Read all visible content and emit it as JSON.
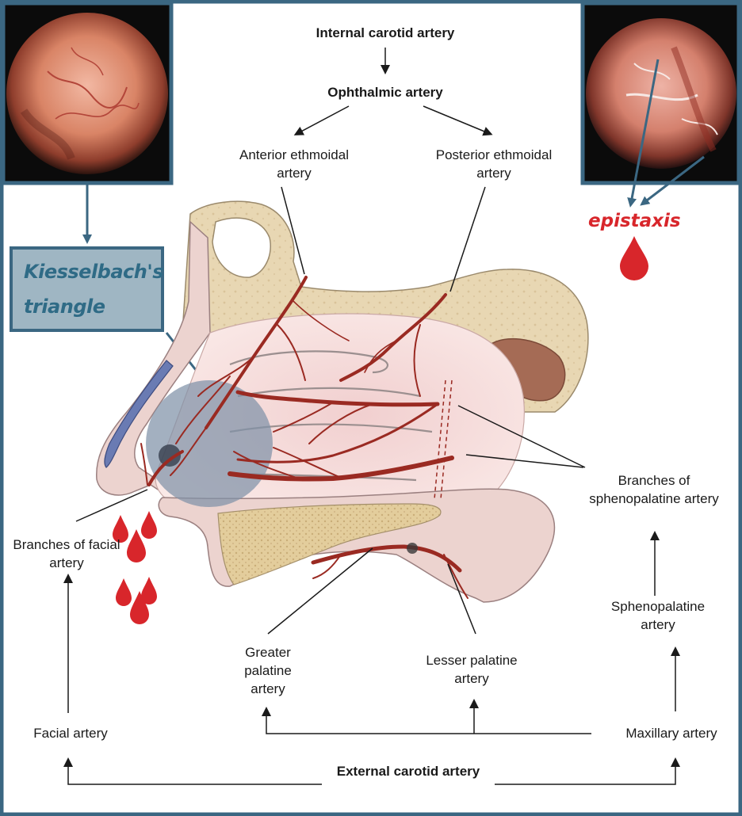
{
  "colors": {
    "frame": "#3b6782",
    "bone": "#e8d7b3",
    "soft_tissue": "#ecd3cf",
    "artery": "#9a2a22",
    "blood": "#d8262b",
    "kiesselbach_overlay": "#7f92a8"
  },
  "labels": {
    "internal_carotid": "Internal carotid artery",
    "ophthalmic": "Ophthalmic artery",
    "anterior_ethmoidal": "Anterior ethmoidal artery",
    "posterior_ethmoidal": "Posterior ethmoidal artery",
    "kiesselbach_line1": "Kiesselbach's",
    "kiesselbach_line2": "triangle",
    "epistaxis": "epistaxis",
    "branches_sphenopalatine": "Branches of sphenopalatine artery",
    "sphenopalatine": "Sphenopalatine artery",
    "maxillary": "Maxillary artery",
    "branches_facial": "Branches of facial artery",
    "facial": "Facial artery",
    "greater_palatine": "Greater palatine artery",
    "lesser_palatine": "Lesser palatine artery",
    "external_carotid": "External carotid artery"
  },
  "endoscopy_images": [
    {
      "name": "anterior-septum-endoscopy",
      "tone": "vascular"
    },
    {
      "name": "posterior-bleeding-endoscopy",
      "tone": "bleeding"
    }
  ],
  "icons": [
    "blood-drop-icon",
    "arrow-icon"
  ]
}
